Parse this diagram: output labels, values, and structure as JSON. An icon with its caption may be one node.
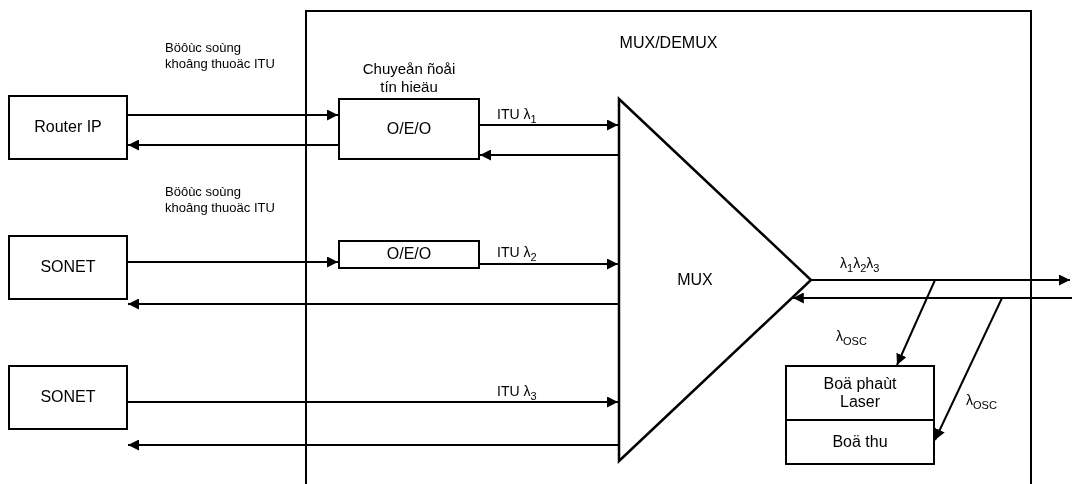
{
  "diagram": {
    "nodes": [
      {
        "text": [
          "MUX/DEMUX"
        ]
      },
      {
        "text": [
          "Router IP"
        ]
      },
      {
        "text": [
          "SONET"
        ]
      },
      {
        "text": [
          "SONET"
        ]
      },
      {
        "text": [
          "Chuyeån ñoåi tín hieäu",
          "O/E/O"
        ],
        "in": 0
      },
      {
        "text": [
          "O/E/O"
        ],
        "in": 0
      },
      {
        "text": [
          "MUX"
        ],
        "in": 0
      },
      {
        "text": [
          "Boä phaùt Laser"
        ],
        "in": 0
      },
      {
        "text": [
          "Boä thu"
        ],
        "in": 0
      }
    ],
    "edges": [
      {
        "from": 1,
        "to": 4,
        "arrow": "to",
        "label": "Böôùc soùng khoâng thuoäc ITU"
      },
      {
        "from": 4,
        "to": 1,
        "arrow": "to"
      },
      {
        "from": 4,
        "to": 6,
        "arrow": "to",
        "label": "ITU λ$_{1}$"
      },
      {
        "from": 6,
        "to": 4,
        "arrow": "to"
      },
      {
        "from": 2,
        "to": 5,
        "arrow": "to",
        "label": "Böôùc soùng khoâng thuoäc ITU"
      },
      {
        "from": 5,
        "to": 6,
        "arrow": "to",
        "label": "ITU λ$_{2}$"
      },
      {
        "from": 6,
        "to": 2,
        "arrow": "to"
      },
      {
        "from": 3,
        "to": 6,
        "arrow": "to",
        "label": "ITU λ$_{3}$"
      },
      {
        "from": 6,
        "to": 3,
        "arrow": "to"
      },
      {
        "from": 6,
        "to": null,
        "arrow": "to",
        "label": "λ$_{1}$λ$_{2}$λ$_{3}$"
      },
      {
        "from": null,
        "to": 6,
        "arrow": "to"
      },
      {
        "from": null,
        "to": 7,
        "arrow": "to",
        "label": "λ$_{OSC}$"
      },
      {
        "from": null,
        "to": 8,
        "arrow": "to",
        "label": "λ$_{OSC}$"
      }
    ]
  }
}
